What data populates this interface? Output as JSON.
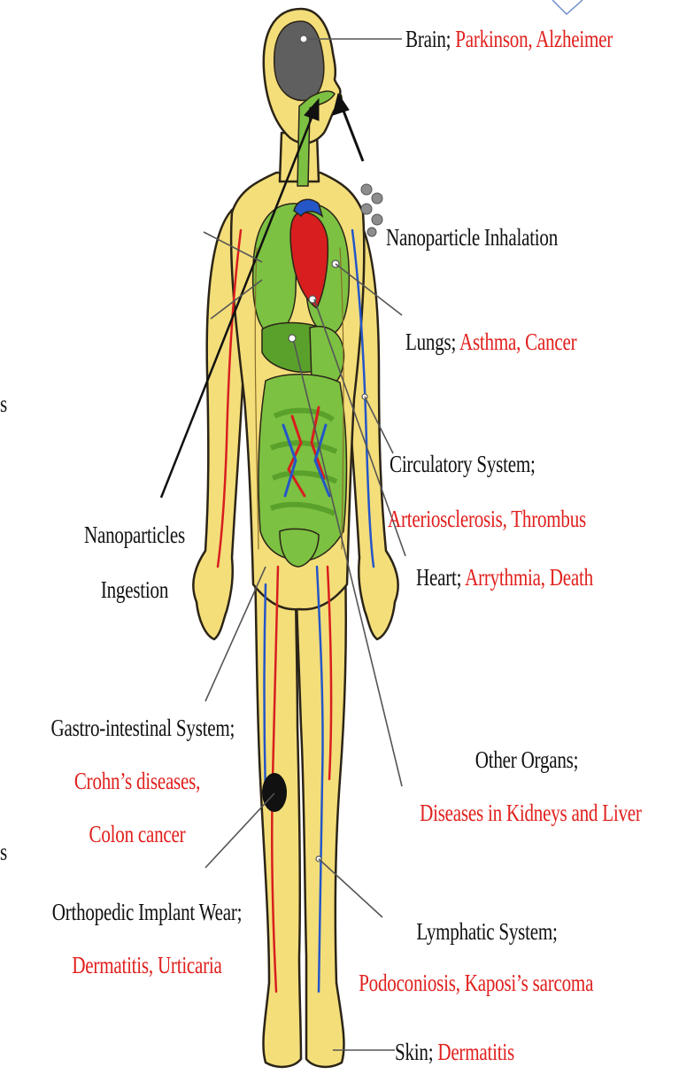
{
  "colors": {
    "skin": "#f4de7a",
    "outline": "#2b2417",
    "organ_green": "#7cc142",
    "organ_dark_green": "#5aa12b",
    "brain": "#5f5f5f",
    "heart_red": "#d81e1e",
    "vein_blue": "#2456c8",
    "label_black": "#111111",
    "label_red": "#e0201d",
    "leader_line": "#555555",
    "implant": "#111111"
  },
  "labels": {
    "brain": {
      "name": "Brain;",
      "diseases": "Parkinson, Alzheimer"
    },
    "inhalation": {
      "name": "Nanoparticle Inhalation"
    },
    "lungs": {
      "name": "Lungs;",
      "diseases": "Asthma, Cancer"
    },
    "circulatory": {
      "name": "Circulatory System;",
      "diseases": "Arteriosclerosis, Thrombus"
    },
    "heart": {
      "name": "Heart;",
      "diseases": "Arrythmia, Death"
    },
    "ingestion": {
      "line1": "Nanoparticles",
      "line2": "Ingestion"
    },
    "gastro": {
      "name": "Gastro-intestinal System;",
      "line1": "Crohn’s diseases,",
      "line2": "Colon cancer"
    },
    "other_organs": {
      "name": "Other Organs;",
      "diseases": "Diseases in Kidneys and Liver"
    },
    "orthopedic": {
      "name": "Orthopedic Implant Wear;",
      "diseases": "Dermatitis, Urticaria"
    },
    "lymphatic": {
      "name": "Lymphatic System;",
      "diseases": "Podoconiosis, Kaposi’s sarcoma"
    },
    "skin": {
      "name": "Skin;",
      "diseases": "Dermatitis"
    }
  },
  "edge_fragments": {
    "upper": "s",
    "lower": "s"
  }
}
